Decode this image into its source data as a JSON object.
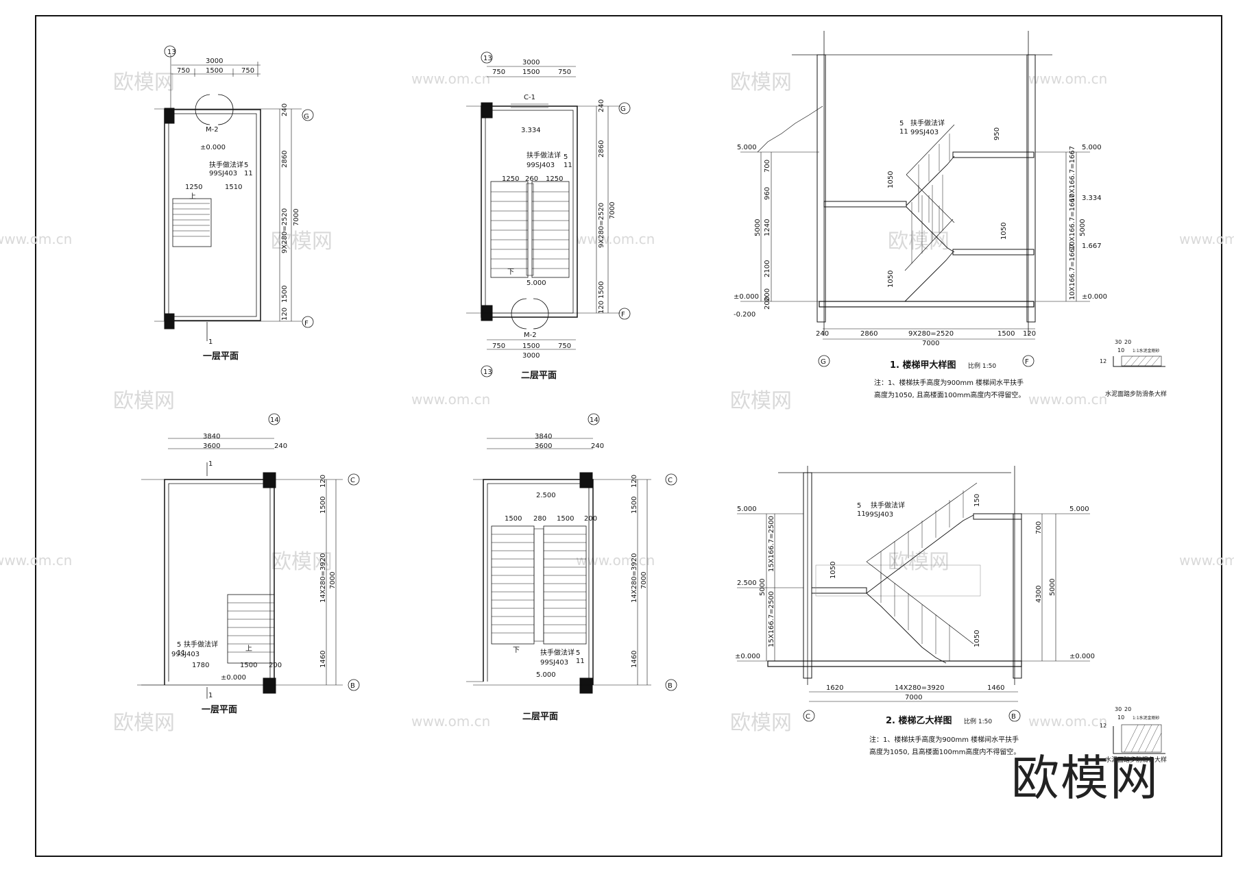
{
  "watermark": {
    "cn": "欧模网",
    "url": "www.om.cn",
    "logo": "欧模网"
  },
  "plans": {
    "p1": {
      "title": "一层平面",
      "axis_top": "13",
      "axis_right_top": "G",
      "axis_right_bottom": "F",
      "dims_top": [
        "3000",
        "750",
        "1500",
        "750"
      ],
      "dims_right": [
        "240",
        "2860",
        "9X280=2520",
        "1500",
        "120",
        "7000"
      ],
      "door": "M-2",
      "elev": "±0.000",
      "note": "扶手做法详",
      "note_code": "99SJ403",
      "ref_num": "5",
      "ref_den": "11",
      "stair_dims": [
        "1250",
        "1510"
      ],
      "up": "上",
      "section": "1"
    },
    "p2": {
      "title": "二层平面",
      "axis_top": "13",
      "axis_bottom": "13",
      "axis_right_top": "G",
      "axis_right_bottom": "F",
      "dims_top": [
        "3000",
        "750",
        "1500",
        "750"
      ],
      "dims_bottom": [
        "750",
        "1500",
        "750",
        "3000"
      ],
      "dims_right": [
        "240",
        "2860",
        "9X280=2520",
        "1500",
        "120",
        "7000"
      ],
      "window": "C-1",
      "door": "M-2",
      "elev_a": "3.334",
      "elev_b": "5.000",
      "note": "扶手做法详",
      "note_code": "99SJ403",
      "ref_num": "5",
      "ref_den": "11",
      "stair_dims": [
        "1250",
        "260",
        "1250"
      ],
      "down": "下"
    },
    "p3": {
      "title": "一层平面",
      "axis_top": "14",
      "axis_right_top": "C",
      "axis_right_bottom": "B",
      "dims_top": [
        "3840",
        "3600",
        "240"
      ],
      "dims_right": [
        "120",
        "1500",
        "14X280=3920",
        "7000",
        "1460"
      ],
      "dims_bottom": [
        "1780",
        "1500",
        "200"
      ],
      "elev": "±0.000",
      "note": "扶手做法详",
      "note_code": "99SJ403",
      "ref_num": "5",
      "ref_den": "11",
      "up": "上",
      "section": "1"
    },
    "p4": {
      "title": "二层平面",
      "axis_top": "14",
      "axis_right_top": "C",
      "axis_right_bottom": "B",
      "dims_top": [
        "3840",
        "3600",
        "240"
      ],
      "dims_right": [
        "120",
        "1500",
        "14X280=3920",
        "7000",
        "1460"
      ],
      "stair_dims": [
        "1500",
        "280",
        "1500",
        "200"
      ],
      "elev_a": "2.500",
      "elev_b": "5.000",
      "note": "扶手做法详",
      "note_code": "99SJ403",
      "ref_num": "5",
      "ref_den": "11",
      "down": "下"
    }
  },
  "sections": {
    "s1": {
      "title": "1. 楼梯甲大样图",
      "scale": "比例 1:50",
      "axis_left": "G",
      "axis_right": "F",
      "left_elevs": [
        "5.000",
        "±0.000",
        "-0.200"
      ],
      "right_elevs": [
        "5.000",
        "3.334",
        "1.667",
        "±0.000"
      ],
      "left_dims": [
        "700",
        "960",
        "1240",
        "5000",
        "2100",
        "200",
        "200"
      ],
      "right_dims": [
        "10X166.7=1667",
        "10X166.7=1667",
        "10X166.7=1667",
        "5000"
      ],
      "bottom_dims": [
        "240",
        "2860",
        "9X280=2520",
        "1500",
        "120",
        "7000"
      ],
      "rail_h": [
        "1050",
        "1050",
        "1050"
      ],
      "note": "扶手做法详",
      "note_code": "99SJ403",
      "ref_num": "5",
      "ref_den": "11",
      "rail_top": "950",
      "remark_1": "注：1、楼梯扶手高度为900mm 楼梯间水平扶手",
      "remark_2": "高度为1050, 且高楼面100mm高度内不得留空。"
    },
    "s2": {
      "title": "2. 楼梯乙大样图",
      "scale": "比例 1:50",
      "axis_left": "C",
      "axis_right": "B",
      "left_elevs": [
        "5.000",
        "2.500",
        "±0.000"
      ],
      "right_elevs": [
        "5.000",
        "±0.000"
      ],
      "left_dims": [
        "15X166.7=2500",
        "5000",
        "15X166.7=2500"
      ],
      "right_dims": [
        "700",
        "4300",
        "5000"
      ],
      "bottom_dims": [
        "1620",
        "14X280=3920",
        "1460",
        "7000"
      ],
      "rail_h": [
        "1050",
        "1050"
      ],
      "note": "扶手做法详",
      "note_code": "99SJ403",
      "ref_num": "5",
      "ref_den": "11",
      "rail_top": "150",
      "remark_1": "注：1、楼梯扶手高度为900mm 楼梯间水平扶手",
      "remark_2": "高度为1050, 且高楼面100mm高度内不得留空。"
    }
  },
  "details": {
    "d1": {
      "label": "水泥面踏步防滑条大样",
      "dims": [
        "30",
        "20",
        "10"
      ],
      "small": "12",
      "note": "1:1水泥金刚砂"
    },
    "d2": {
      "label": "水泥面踏步防滑条大样",
      "dims": [
        "30",
        "20",
        "10"
      ],
      "small": "12",
      "note": "1:1水泥金刚砂"
    }
  }
}
